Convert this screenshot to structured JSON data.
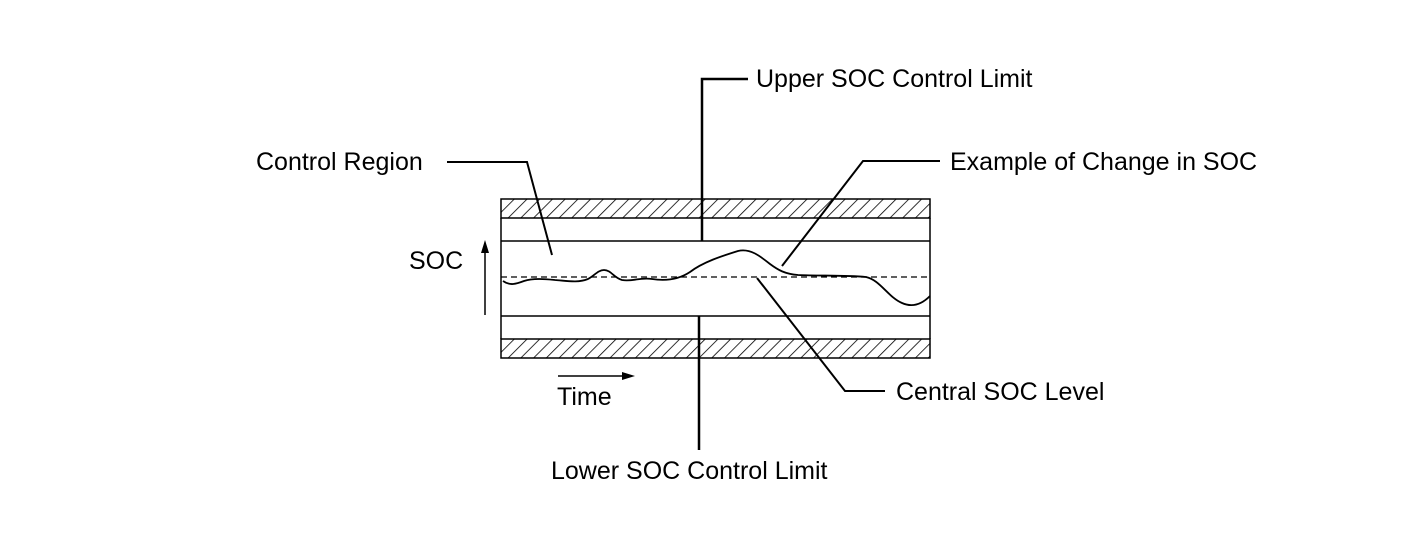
{
  "diagram": {
    "labels": {
      "upper_limit": "Upper SOC Control Limit",
      "control_region": "Control Region",
      "example_change": "Example of Change in SOC",
      "soc_axis": "SOC",
      "time_axis": "Time",
      "central_level": "Central SOC Level",
      "lower_limit": "Lower SOC Control Limit"
    },
    "colors": {
      "ink": "#000000",
      "background": "#ffffff"
    },
    "icons": {
      "soc_arrow": "arrow-up-icon",
      "time_arrow": "arrow-right-icon"
    }
  }
}
